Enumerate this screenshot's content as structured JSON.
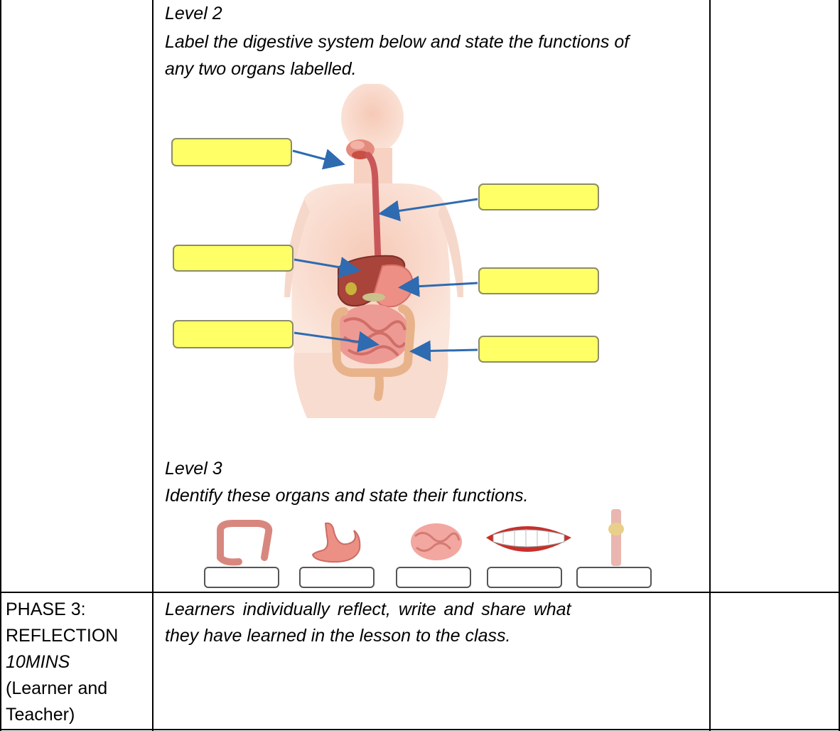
{
  "row1": {
    "level2_title": "Level 2",
    "level2_line1": "Label the digestive system below and state the functions of",
    "level2_line2": "any two organs labelled.",
    "level3_title": "Level 3",
    "level3_instruction": "Identify these organs and state their functions."
  },
  "row2": {
    "phase_line1": "PHASE 3:",
    "phase_line2": "REFLECTION",
    "phase_line3": "10MINS",
    "phase_line4": "(Learner and",
    "phase_line5": "Teacher)",
    "activity_line1": "Learners individually reflect, write and share what",
    "activity_line2": "they have learned in the lesson to the class."
  },
  "colors": {
    "label_box_fill": "#ffff66",
    "label_box_border": "#8c8c6a",
    "arrow": "#2e6bb0",
    "skin": "#f6d3c3",
    "liver": "#b0453a",
    "stomach": "#ee8f86",
    "intestine": "#e7938d"
  },
  "icons": {
    "organ1": "large-intestine-icon",
    "organ2": "stomach-icon",
    "organ3": "small-intestine-icon",
    "organ4": "teeth-mouth-icon",
    "organ5": "esophagus-icon"
  }
}
